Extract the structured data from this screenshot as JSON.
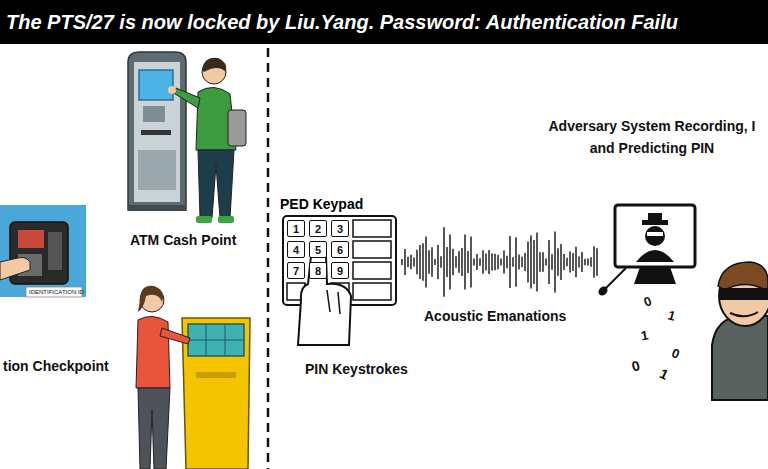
{
  "diagram": {
    "nodes": [
      {
        "text": [
          "PED Keypad"
        ]
      },
      {
        "text": [
          "1"
        ],
        "in": 0
      },
      {
        "text": [
          "2"
        ],
        "in": 0
      },
      {
        "text": [
          "3"
        ],
        "in": 0
      },
      {
        "text": [
          "4"
        ],
        "in": 0
      },
      {
        "text": [
          "5"
        ],
        "in": 0
      },
      {
        "text": [
          "6"
        ],
        "in": 0
      },
      {
        "text": [
          "7"
        ],
        "in": 0
      },
      {
        "text": [
          "8"
        ],
        "in": 0
      },
      {
        "text": [
          "9"
        ],
        "in": 0
      }
    ],
    "labels": [
      "The PTS/27 is now locked by Liu.Yang. Password: Authentication Failu",
      "ATM Cash Point",
      "IDENTIFICATION ID",
      "tion Checkpoint",
      "PIN Keystrokes",
      "Acoustic Emanations",
      "Adversary System Recording, I and Predicting PIN",
      "0",
      "1",
      "1",
      "0",
      "0",
      "1"
    ]
  }
}
